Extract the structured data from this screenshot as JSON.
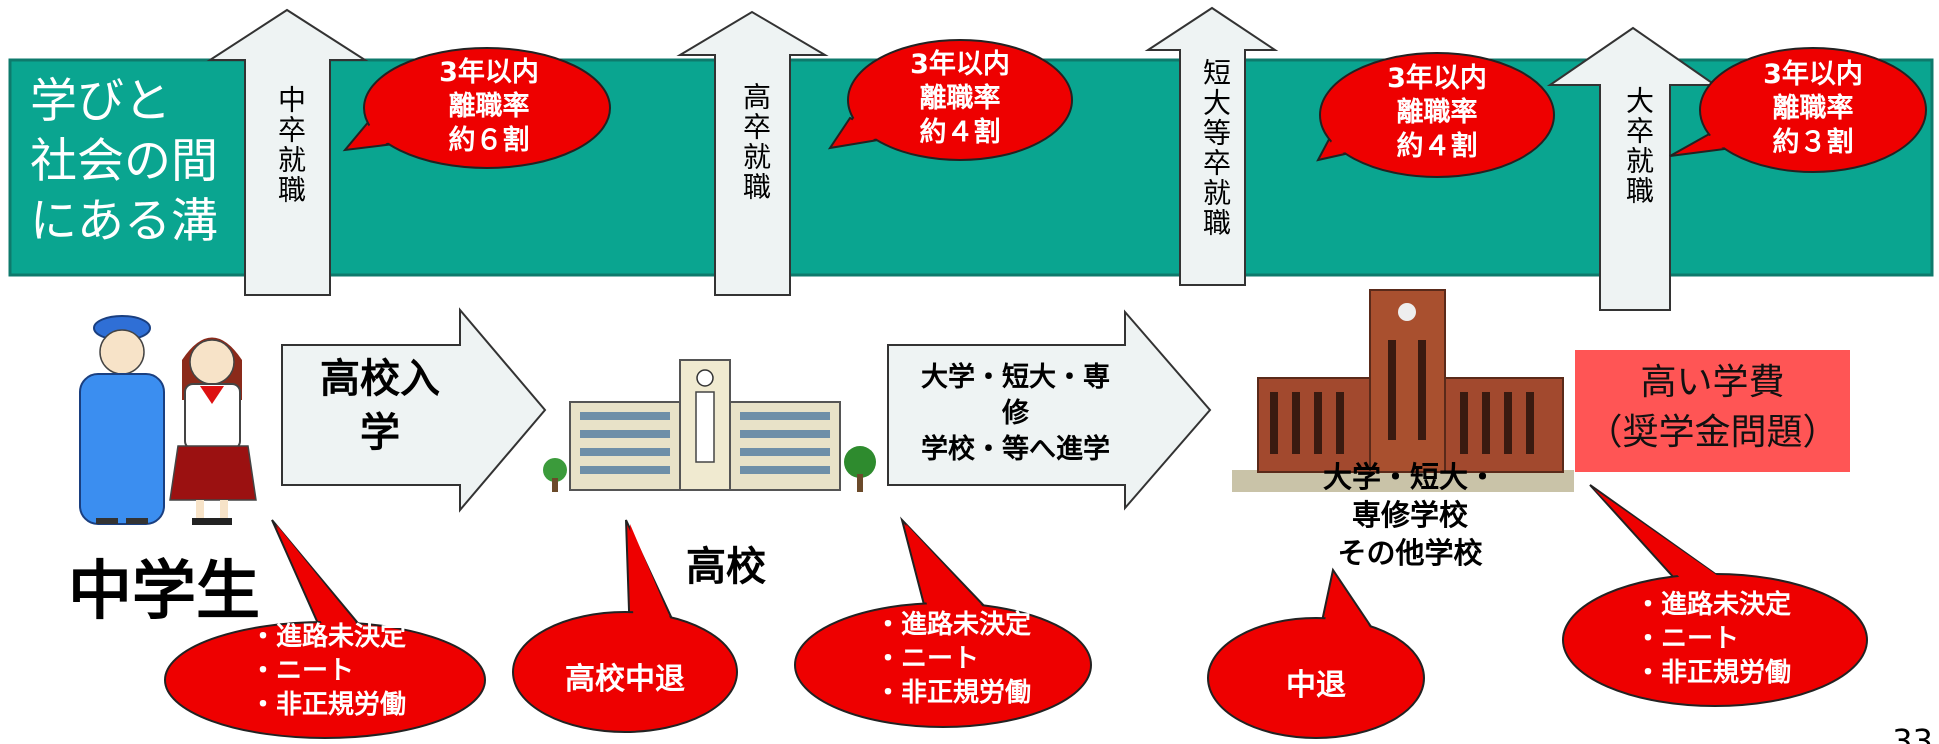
{
  "band": {
    "label_lines": [
      "学びと",
      "社会の間",
      "にある溝"
    ],
    "color": "#0aa590"
  },
  "job_arrows": [
    {
      "label": "中卒就職"
    },
    {
      "label": "高卒就職"
    },
    {
      "label": "短大等卒就職"
    },
    {
      "label": "大卒就職"
    }
  ],
  "turnover_bubbles": [
    {
      "lines": [
        "3年以内",
        "離職率",
        "約６割"
      ]
    },
    {
      "lines": [
        "3年以内",
        "離職率",
        "約４割"
      ]
    },
    {
      "lines": [
        "3年以内",
        "離職率",
        "約４割"
      ]
    },
    {
      "lines": [
        "3年以内",
        "離職率",
        "約３割"
      ]
    }
  ],
  "stages": {
    "junior_high": "中学生",
    "high_school_entry": [
      "高校入",
      "学"
    ],
    "high_school": "高校",
    "advance": [
      "大学・短大・専",
      "修",
      "学校・等へ進学"
    ],
    "university_lines": [
      "大学・短大・",
      "専修学校",
      "その他学校"
    ]
  },
  "tuition": {
    "lines": [
      "高い学費",
      "（奨学金問題）"
    ],
    "color": "#ff5555"
  },
  "issue_bubbles": [
    {
      "lines": [
        "・進路未決定",
        "・ニート",
        "・非正規労働"
      ]
    },
    {
      "lines": [
        "高校中退"
      ]
    },
    {
      "lines": [
        "・進路未決定",
        "・ニート",
        "・非正規労働"
      ]
    },
    {
      "lines": [
        "中退"
      ]
    },
    {
      "lines": [
        "・進路未決定",
        "・ニート",
        "・非正規労働"
      ]
    }
  ],
  "page_number": "33",
  "colors": {
    "bubble_red": "#ee0000",
    "arrow_fill": "#eef3f3"
  }
}
